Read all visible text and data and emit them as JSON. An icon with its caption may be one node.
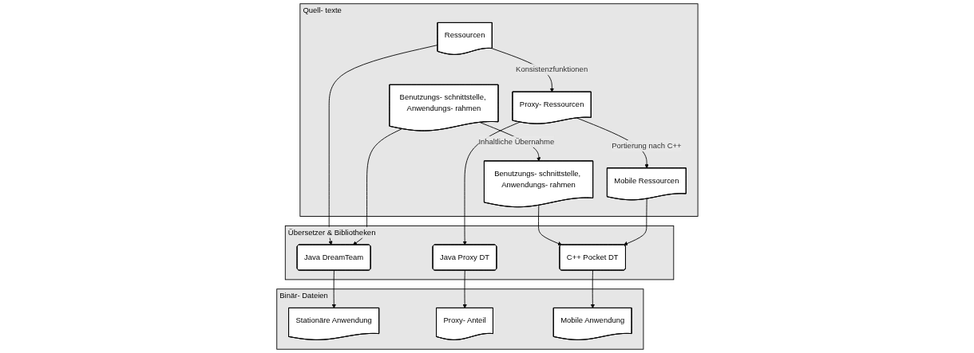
{
  "diagram": {
    "nodes": [
      {
        "text": [
          "Quell- texte"
        ]
      },
      {
        "text": [
          "Benutzungs- schnittstelle, Anwendungs- rahmen"
        ],
        "in": 0
      },
      {
        "text": [
          "Ressourcen"
        ],
        "in": 0
      },
      {
        "text": [
          "Proxy- Ressourcen"
        ],
        "in": 0
      },
      {
        "text": [
          "Mobile Ressourcen"
        ],
        "in": 0
      },
      {
        "text": [
          "Benutzungs- schnittstelle, Anwendungs- rahmen"
        ],
        "in": 0
      },
      {
        "text": [
          "Übersetzer & Bibliotheken"
        ]
      },
      {
        "text": [
          "Java DreamTeam"
        ],
        "in": 6
      },
      {
        "text": [
          "Java Proxy DT"
        ],
        "in": 6
      },
      {
        "text": [
          "C++ Pocket DT"
        ],
        "in": 6
      },
      {
        "text": [
          "Binär- Dateien"
        ]
      },
      {
        "text": [
          "Stationäre Anwendung"
        ],
        "in": 10
      },
      {
        "text": [
          "Proxy- Anteil"
        ],
        "in": 10
      },
      {
        "text": [
          "Mobile Anwendung"
        ],
        "in": 10
      }
    ],
    "edges": [
      {
        "from": 1,
        "to": 5,
        "arrow": "to",
        "label": "Inhaltliche Übernahme"
      },
      {
        "from": 2,
        "to": 3,
        "arrow": "to",
        "label": "Konsistenzfunktionen"
      },
      {
        "from": 3,
        "to": 4,
        "arrow": "to",
        "label": "Portierung nach C++"
      },
      {
        "from": 1,
        "to": 7,
        "arrow": "to"
      },
      {
        "from": 2,
        "to": 7,
        "arrow": "to"
      },
      {
        "from": 3,
        "to": 8,
        "arrow": "to"
      },
      {
        "from": 4,
        "to": 9,
        "arrow": "to"
      },
      {
        "from": 5,
        "to": 9,
        "arrow": "to"
      },
      {
        "from": 7,
        "to": 11,
        "arrow": "to"
      },
      {
        "from": 8,
        "to": 12,
        "arrow": "to"
      },
      {
        "from": 9,
        "to": 13,
        "arrow": "to"
      }
    ]
  }
}
